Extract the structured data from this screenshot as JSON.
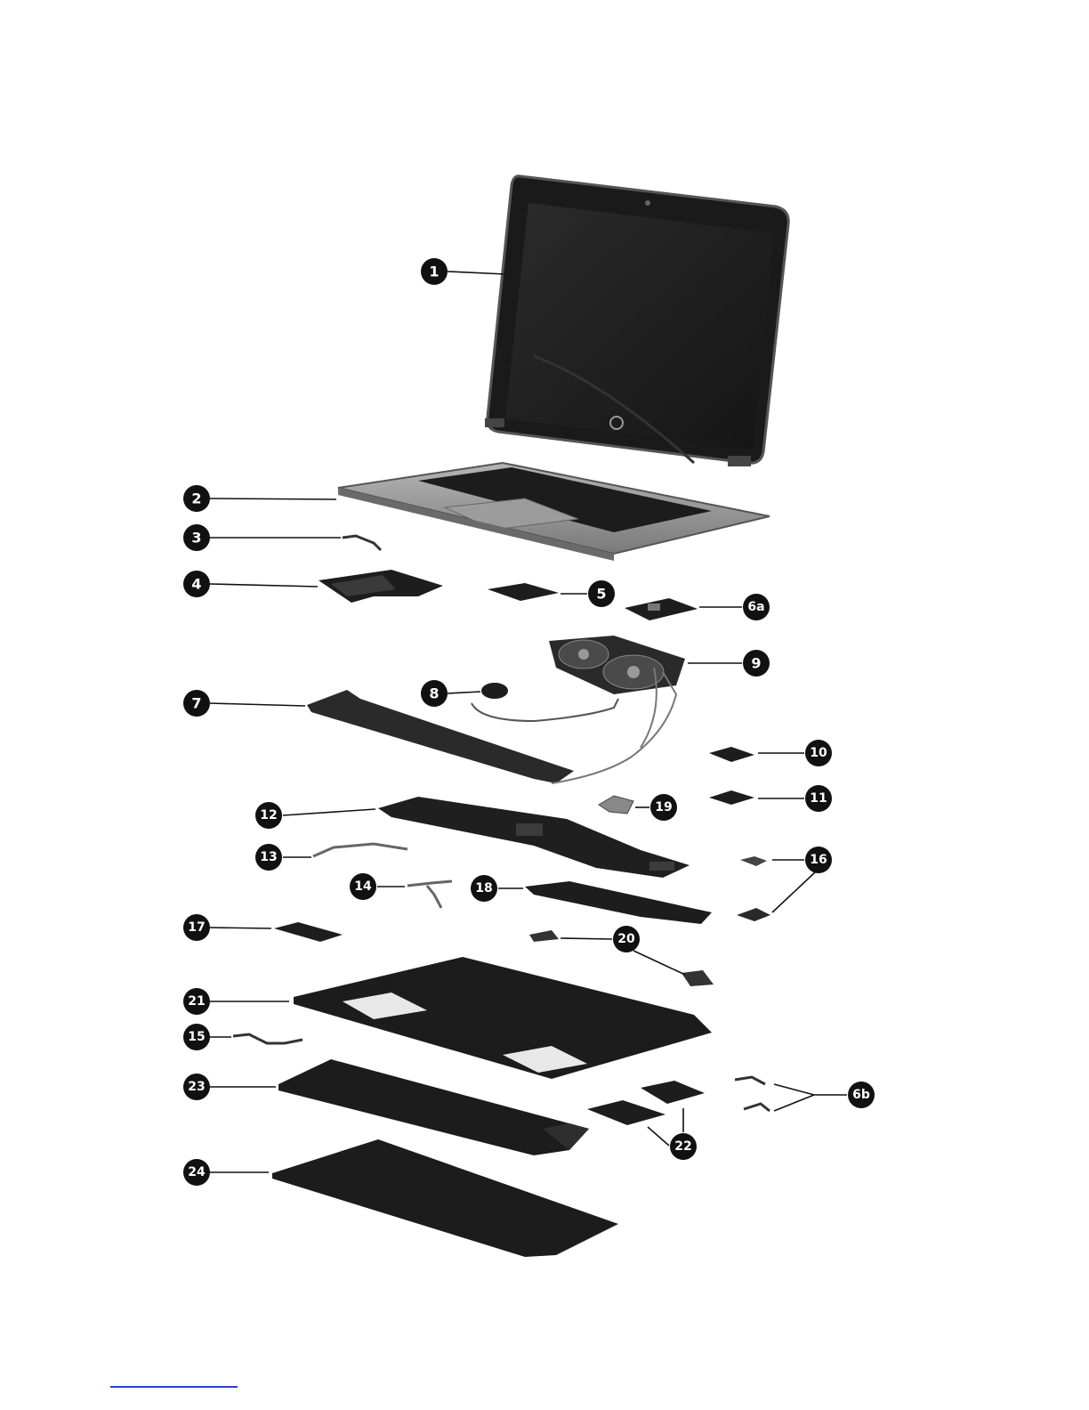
{
  "callouts": [
    {
      "id": "c1",
      "label": "1"
    },
    {
      "id": "c2",
      "label": "2"
    },
    {
      "id": "c3",
      "label": "3"
    },
    {
      "id": "c4",
      "label": "4"
    },
    {
      "id": "c5",
      "label": "5"
    },
    {
      "id": "c6a",
      "label": "6a"
    },
    {
      "id": "c6b",
      "label": "6b"
    },
    {
      "id": "c7",
      "label": "7"
    },
    {
      "id": "c8",
      "label": "8"
    },
    {
      "id": "c9",
      "label": "9"
    },
    {
      "id": "c10",
      "label": "10"
    },
    {
      "id": "c11",
      "label": "11"
    },
    {
      "id": "c12",
      "label": "12"
    },
    {
      "id": "c13",
      "label": "13"
    },
    {
      "id": "c14",
      "label": "14"
    },
    {
      "id": "c15",
      "label": "15"
    },
    {
      "id": "c16",
      "label": "16"
    },
    {
      "id": "c17",
      "label": "17"
    },
    {
      "id": "c18",
      "label": "18"
    },
    {
      "id": "c19",
      "label": "19"
    },
    {
      "id": "c20",
      "label": "20"
    },
    {
      "id": "c21",
      "label": "21"
    },
    {
      "id": "c22",
      "label": "22"
    },
    {
      "id": "c23",
      "label": "23"
    },
    {
      "id": "c24",
      "label": "24"
    }
  ],
  "colors": {
    "callout_fill": "#111111",
    "part_dark": "#1d1d1d",
    "part_silver": "#8f8f8f",
    "footnote_rule": "#2a3fd6"
  }
}
